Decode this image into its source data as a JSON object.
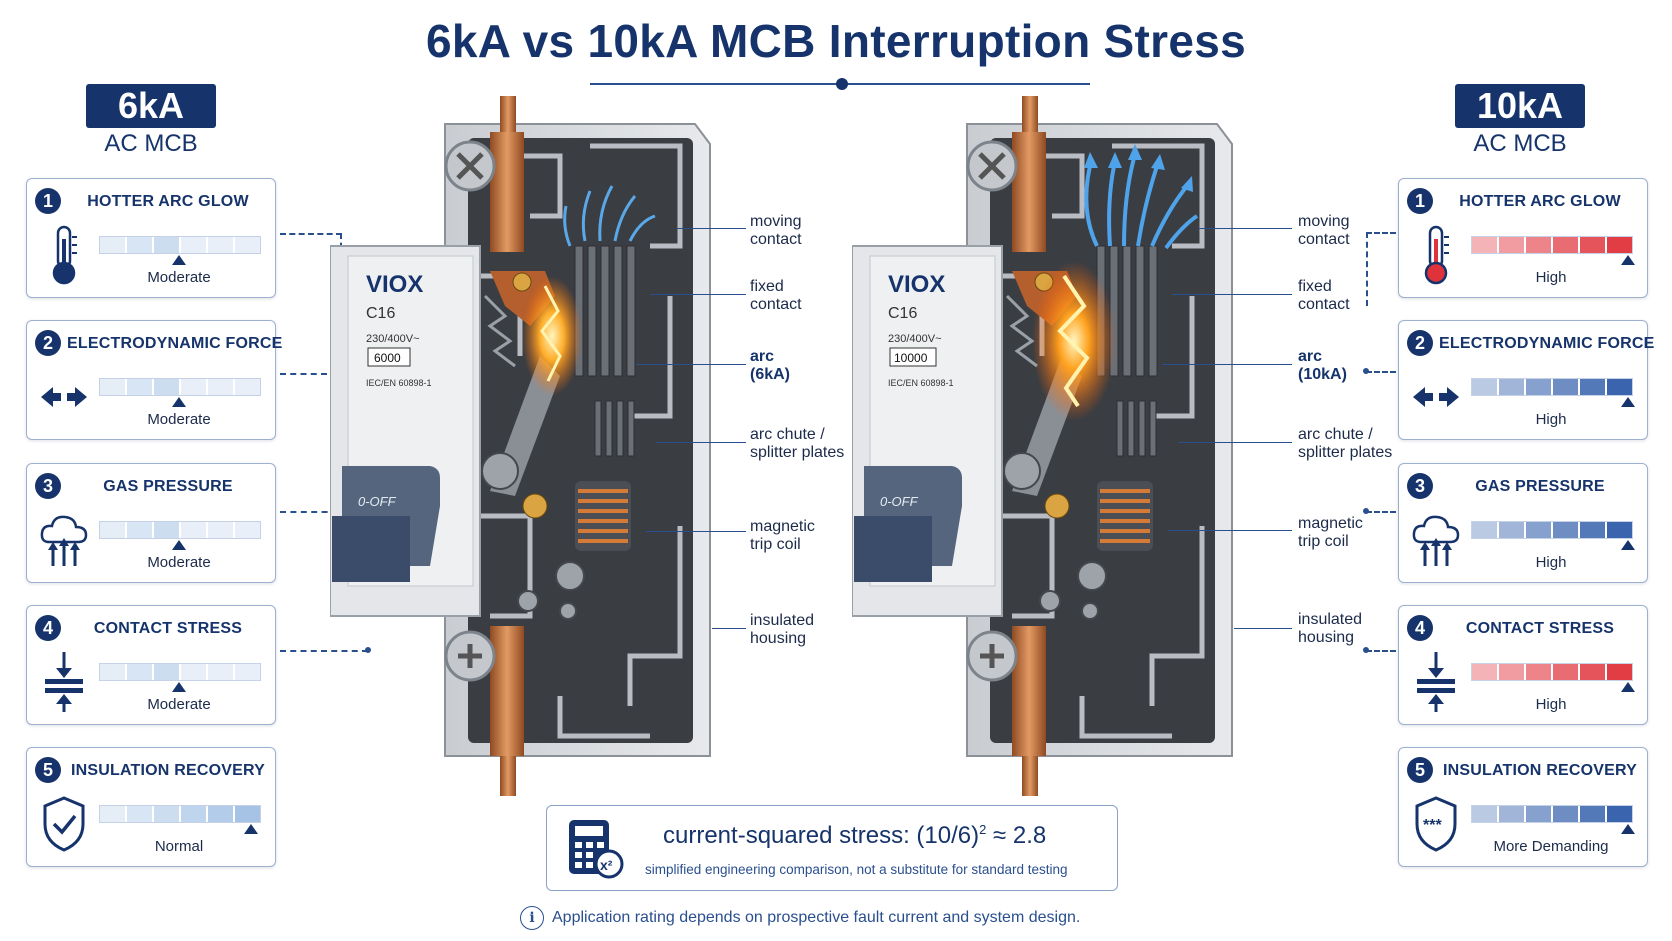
{
  "title": "6kA vs 10kA MCB Interruption Stress",
  "left": {
    "badge": "6kA",
    "subtitle": "AC MCB",
    "cards": [
      {
        "num": "1",
        "title": "HOTTER ARC GLOW",
        "level": "Moderate",
        "value_fraction": 0.5,
        "icon": "thermometer-icon"
      },
      {
        "num": "2",
        "title": "ELECTRODYNAMIC FORCE",
        "level": "Moderate",
        "value_fraction": 0.5,
        "icon": "opposing-arrows-icon"
      },
      {
        "num": "3",
        "title": "GAS PRESSURE",
        "level": "Moderate",
        "value_fraction": 0.5,
        "icon": "cloud-pressure-icon"
      },
      {
        "num": "4",
        "title": "CONTACT STRESS",
        "level": "Moderate",
        "value_fraction": 0.5,
        "icon": "compress-icon"
      },
      {
        "num": "5",
        "title": "INSULATION RECOVERY",
        "level": "Normal",
        "value_fraction": 0.95,
        "icon": "shield-check-icon"
      }
    ],
    "device": {
      "brand": "VIOX",
      "rating": "C16",
      "voltage": "230/400V~",
      "breaking": "6000",
      "standard": "IEC/EN 60898-1",
      "handle": "0-OFF"
    },
    "labels": {
      "moving_contact": [
        "moving",
        "contact"
      ],
      "fixed_contact": [
        "fixed",
        "contact"
      ],
      "arc": [
        "arc",
        "(6kA)"
      ],
      "arc_chute": [
        "arc chute /",
        "splitter plates"
      ],
      "magnetic_trip": [
        "magnetic",
        "trip coil"
      ],
      "insulated_housing": [
        "insulated",
        "housing"
      ]
    }
  },
  "right": {
    "badge": "10kA",
    "subtitle": "AC MCB",
    "cards": [
      {
        "num": "1",
        "title": "HOTTER ARC GLOW",
        "level": "High",
        "value_fraction": 1.0,
        "icon": "thermometer-hot-icon",
        "color": "red"
      },
      {
        "num": "2",
        "title": "ELECTRODYNAMIC FORCE",
        "level": "High",
        "value_fraction": 1.0,
        "icon": "opposing-arrows-icon",
        "color": "blue"
      },
      {
        "num": "3",
        "title": "GAS PRESSURE",
        "level": "High",
        "value_fraction": 1.0,
        "icon": "cloud-pressure-icon",
        "color": "blue"
      },
      {
        "num": "4",
        "title": "CONTACT STRESS",
        "level": "High",
        "value_fraction": 1.0,
        "icon": "compress-icon",
        "color": "red"
      },
      {
        "num": "5",
        "title": "INSULATION RECOVERY",
        "level": "More Demanding",
        "value_fraction": 1.0,
        "icon": "shield-star-icon",
        "color": "blue"
      }
    ],
    "device": {
      "brand": "VIOX",
      "rating": "C16",
      "voltage": "230/400V~",
      "breaking": "10000",
      "standard": "IEC/EN 60898-1",
      "handle": "0-OFF"
    },
    "labels": {
      "moving_contact": [
        "moving",
        "contact"
      ],
      "fixed_contact": [
        "fixed",
        "contact"
      ],
      "arc": [
        "arc",
        "(10kA)"
      ],
      "arc_chute": [
        "arc chute /",
        "splitter plates"
      ],
      "magnetic_trip": [
        "magnetic",
        "trip coil"
      ],
      "insulated_housing": [
        "insulated",
        "housing"
      ]
    }
  },
  "formula": {
    "main_prefix": "current-squared stress: (10/6)",
    "exponent": "2",
    "main_suffix": " ≈ 2.8",
    "note": "simplified engineering comparison, not a substitute for standard testing"
  },
  "footnote": {
    "icon": "info-icon",
    "text": "Application rating depends on prospective fault current and system design."
  },
  "colors": {
    "navy": "#16346b",
    "accent_blue": "#2a4f8f",
    "meter_blue": "#3f6fb5",
    "meter_red": "#e0323a",
    "copper": "#c8733a",
    "arc_orange": "#ff8a1a"
  }
}
